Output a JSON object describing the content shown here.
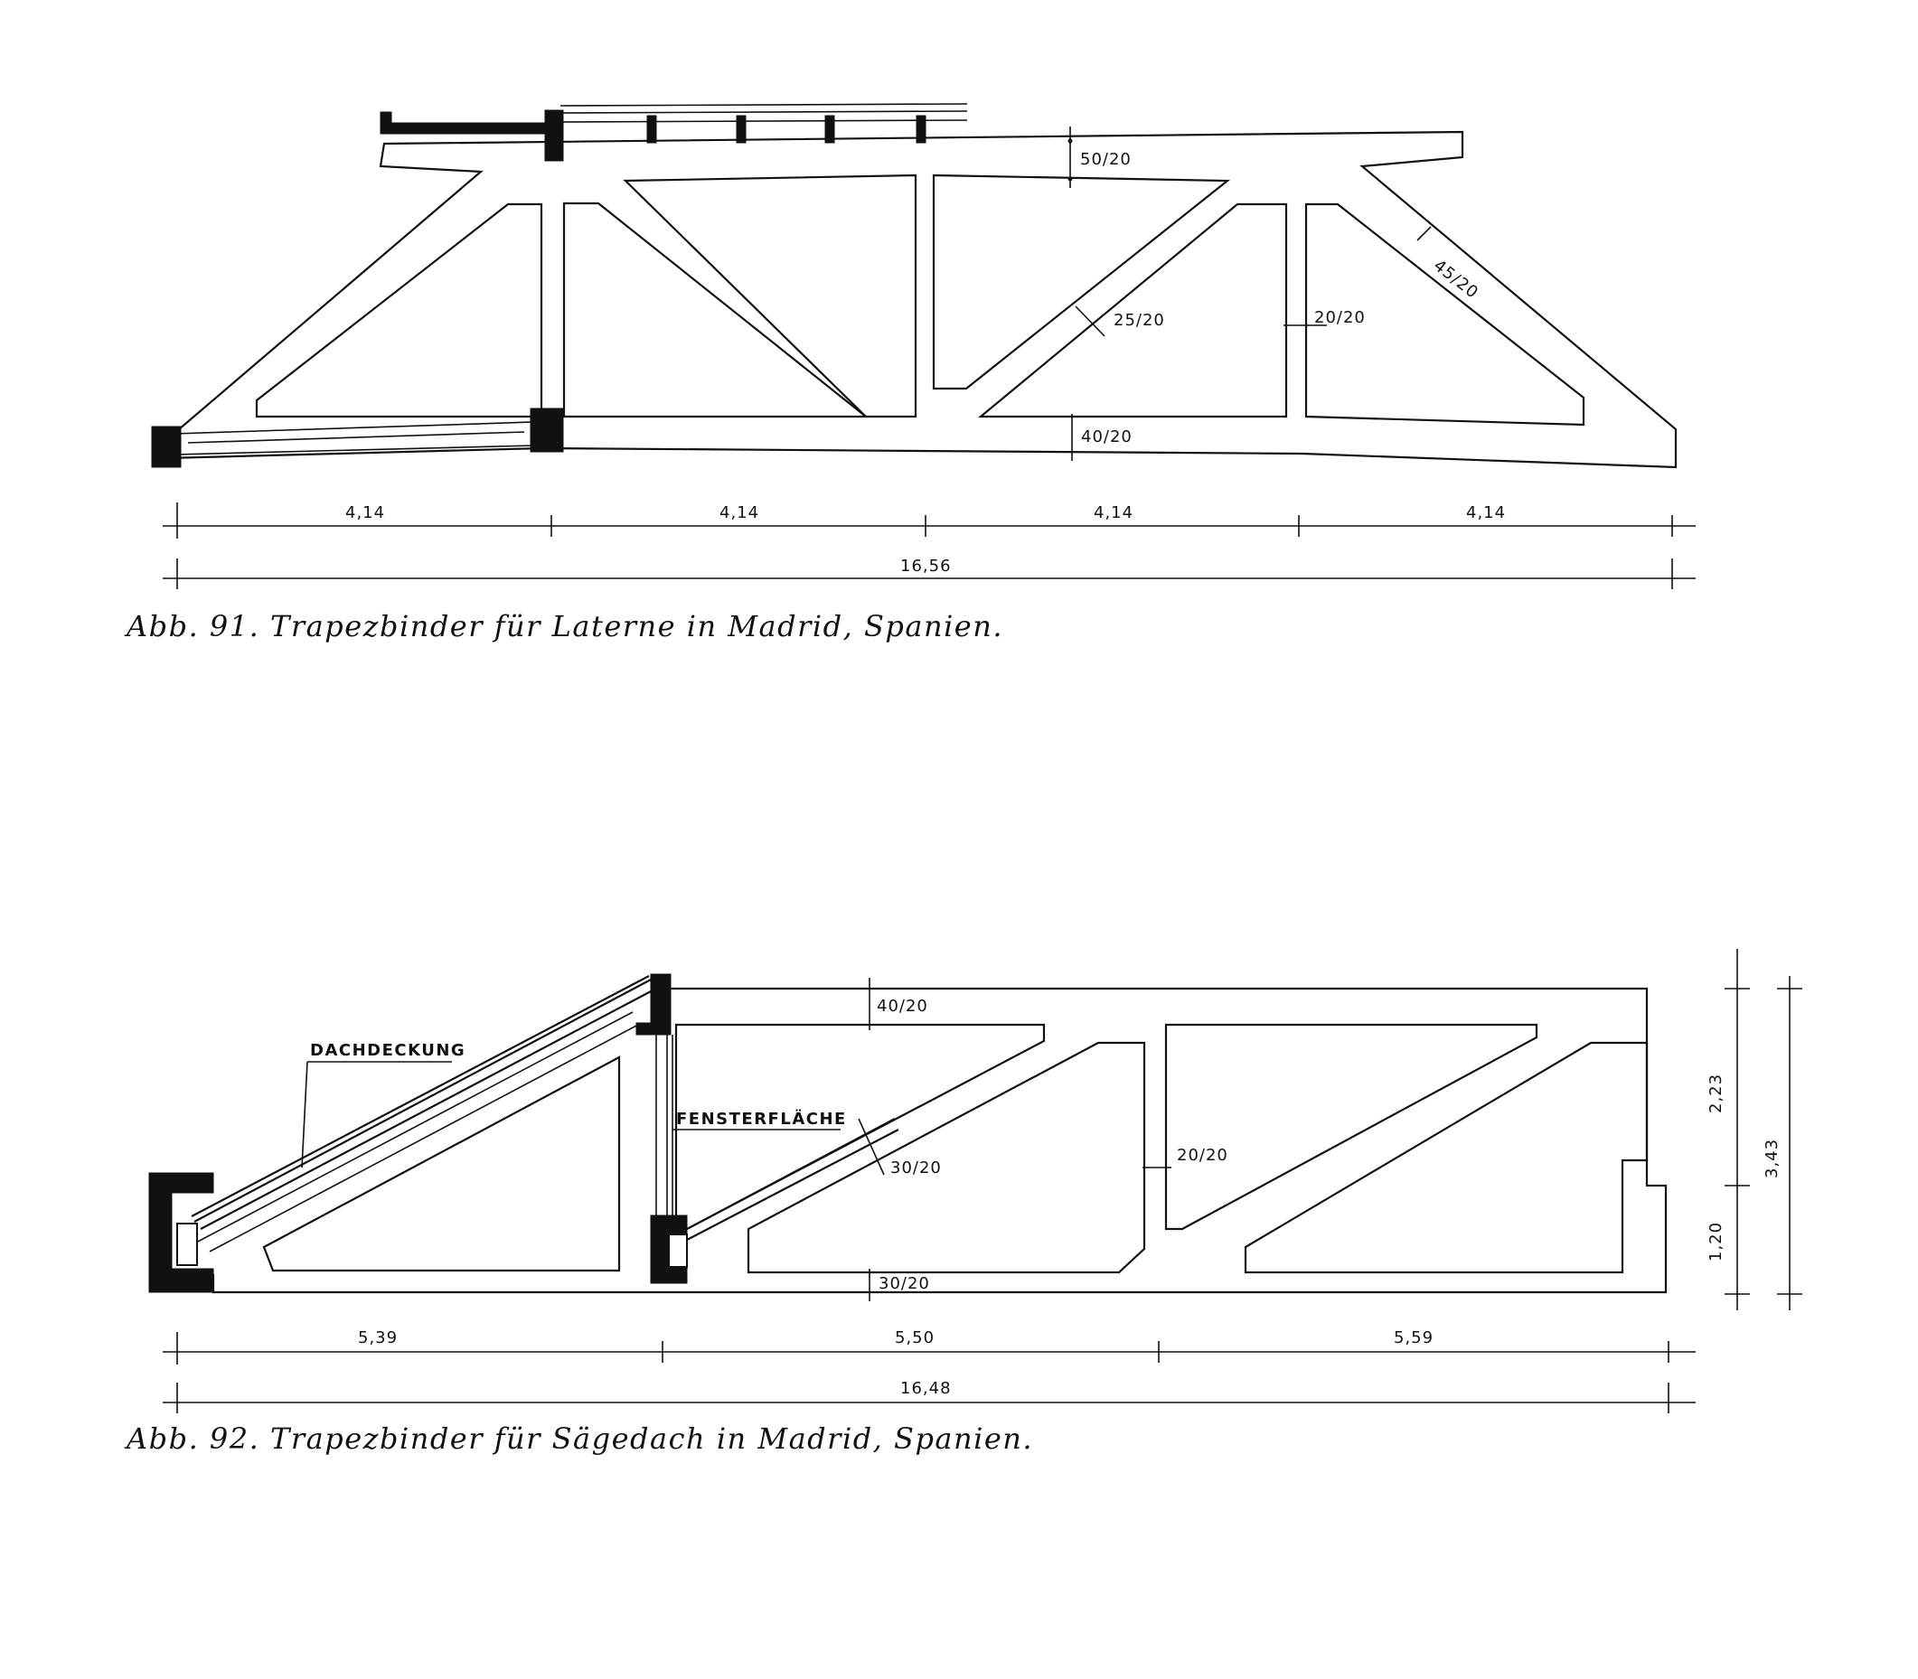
{
  "figure1": {
    "labels": {
      "top_chord": "50/20",
      "diagonal_outer": "45/20",
      "diagonal_inner": "25/20",
      "vertical": "20/20",
      "bottom_chord": "40/20"
    },
    "spans": [
      "4,14",
      "4,14",
      "4,14",
      "4,14"
    ],
    "total": "16,56",
    "caption": "Abb. 91. Trapezbinder für Laterne in Madrid, Spanien."
  },
  "figure2": {
    "labels": {
      "top_chord": "40/20",
      "roofing": "DACHDECKUNG",
      "window": "FENSTERFLÄCHE",
      "diagonal": "30/20",
      "vertical": "20/20",
      "bottom_chord": "30/20"
    },
    "spans": [
      "5,39",
      "5,50",
      "5,59"
    ],
    "total": "16,48",
    "heights": [
      "2,23",
      "1,20"
    ],
    "total_height": "3,43",
    "caption": "Abb. 92. Trapezbinder für Sägedach in Madrid, Spanien."
  }
}
